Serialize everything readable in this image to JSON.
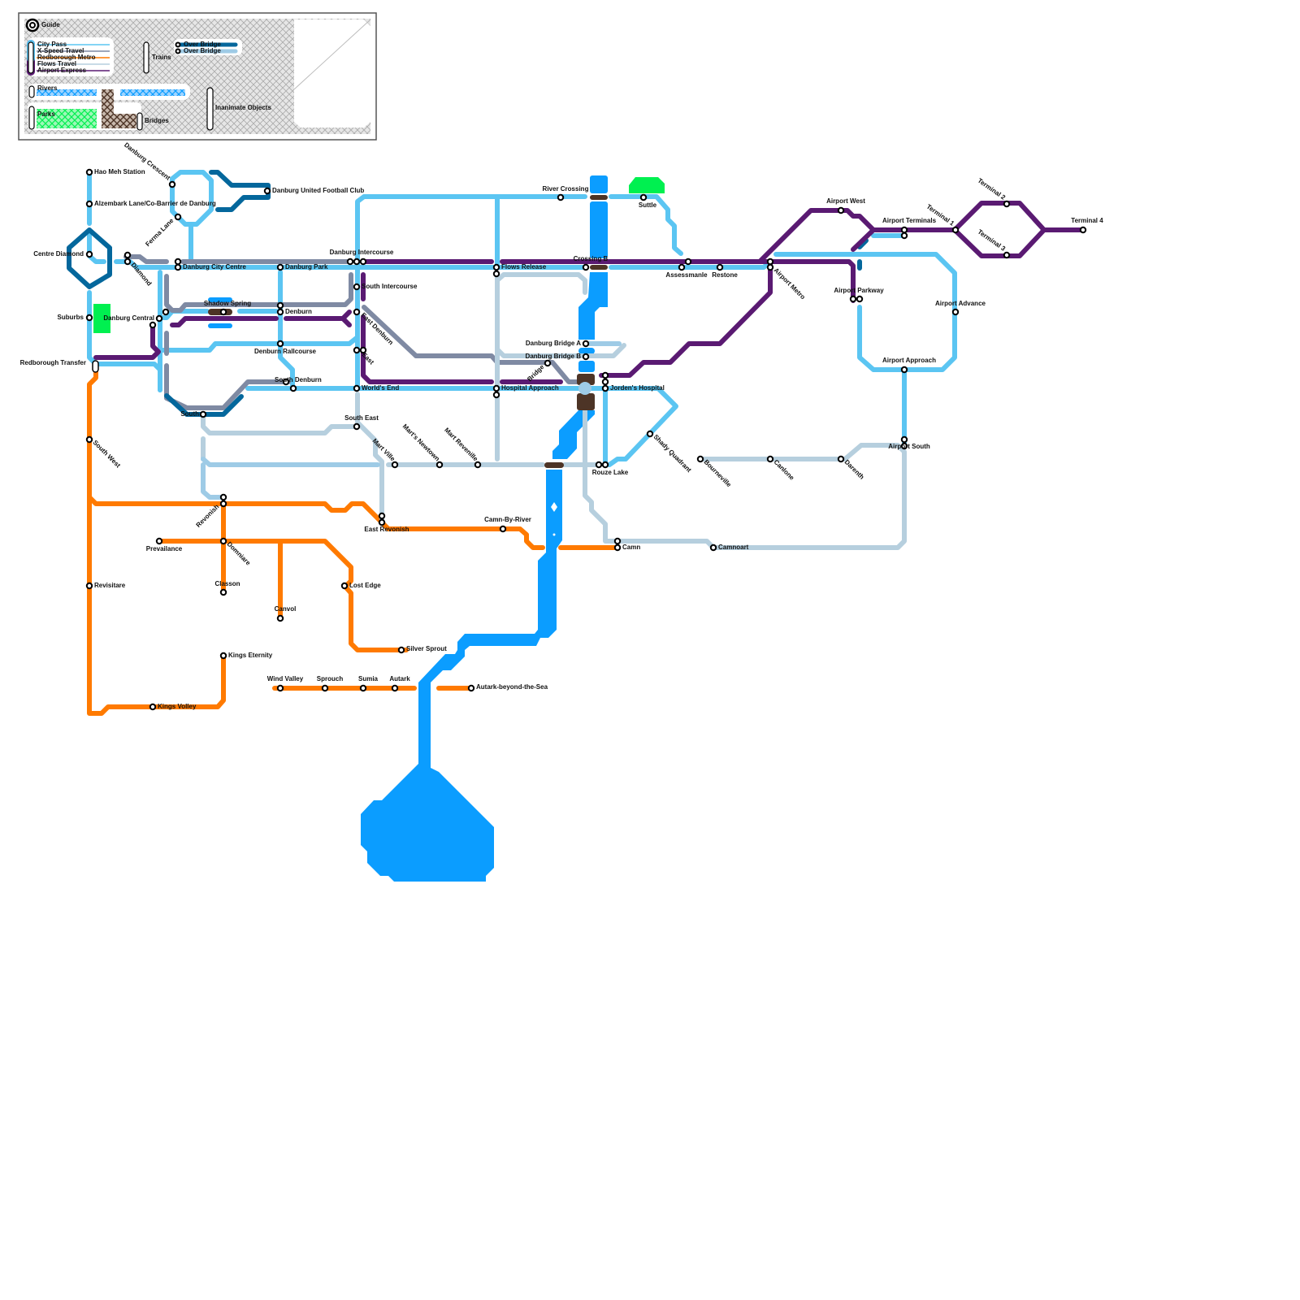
{
  "colors": {
    "city_pass": "#5bc5f2",
    "x_speed": "#7f8aa3",
    "redborough_metro": "#ff7a00",
    "flows_travel": "#b6cfde",
    "airport_express": "#5a1a72",
    "over_bridge_dark": "#04679c",
    "over_bridge_light": "#9ecbe6",
    "river": "#0b9dff",
    "park": "#00f050",
    "bridge": "#4d3426"
  },
  "legend": {
    "guide": "Guide",
    "lines": [
      "City Pass",
      "X-Speed Travel",
      "Redborough Metro",
      "Flows Travel",
      "Airport Express"
    ],
    "trains": "Trains",
    "over_bridge_1": "Over Bridge",
    "over_bridge_2": "Over Bridge",
    "rivers": "Rivers",
    "parks": "Parks",
    "bridges": "Bridges",
    "inanimate_objects": "Inanimate Objects"
  },
  "stations": {
    "hao_meh": "Hao Meh Station",
    "alzembark": "Alzembark Lane/Co-Barrier de Danburg",
    "danburg_crescent": "Danburg Crescent",
    "ferma_lane": "Ferma Lane",
    "centre_diamond": "Centre Diamond",
    "diamond": "Diamond",
    "danburg_city_centre": "Danburg City Centre",
    "danburg_fc": "Danburg United Football Club",
    "danburg_park": "Danburg Park",
    "suburbs": "Suburbs",
    "danburg_central": "Danburg Central",
    "shadow_spring": "Shadow Spring",
    "denburn": "Denburn",
    "denburn_rallcourse": "Denburn Rallcourse",
    "redborough_transfer": "Redborough Transfer",
    "south_denburn": "South Denburn",
    "south": "South",
    "danburg_intercourse": "Danburg Intercourse",
    "south_intercourse": "South Intercourse",
    "east_denburn": "East Denburn",
    "east": "East",
    "worlds_end": "World's End",
    "south_east": "South East",
    "mart_ville": "Mart Ville",
    "marts_newtown": "Mart's Newtown",
    "mart_revenille": "Mart Revenille",
    "river_crossing": "River Crossing",
    "suttle": "Suttle",
    "flows_release": "Flows Release",
    "crossing_b": "Crossing B",
    "assessmanle": "Assessmanle",
    "restone": "Restone",
    "danburg_bridge_a": "Danburg Bridge A",
    "danburg_bridge_b": "Danburg Bridge B",
    "bridge": "Bridge",
    "hospital_approach": "Hospital Approach",
    "jordens_hospital": "Jorden's Hospital",
    "shady_quadrant": "Shady Quadrant",
    "rouze_lake": "Rouze Lake",
    "bourneville": "Bourneville",
    "canlone": "Canlone",
    "darenth": "Darenth",
    "airport_south": "Airport South",
    "camnoart": "Camnoart",
    "camn": "Camn",
    "camn_by_river": "Camn-By-River",
    "east_revonish": "East Revonish",
    "revonish": "Revonish",
    "domniare": "Domniare",
    "prevailance": "Prevailance",
    "classon": "Classon",
    "canvol": "Canvol",
    "lost_edge": "Lost Edge",
    "silver_sprout": "Silver Sprout",
    "south_west": "South West",
    "revisitare": "Revisitare",
    "kings_eternity": "Kings Eternity",
    "kings_volley": "Kings Volley",
    "wind_valley": "Wind Valley",
    "sprouch": "Sprouch",
    "sumia": "Sumia",
    "autark": "Autark",
    "autark_beyond": "Autark-beyond-the-Sea",
    "airport_west": "Airport West",
    "airport_terminals": "Airport Terminals",
    "terminal_1": "Terminal 1",
    "terminal_2": "Terminal 2",
    "terminal_3": "Terminal 3",
    "terminal_4": "Terminal 4",
    "airport_metro": "Airport Metro",
    "airport_parkway": "Airport Parkway",
    "airport_advance": "Airport Advance",
    "airport_approach": "Airport Approach"
  }
}
